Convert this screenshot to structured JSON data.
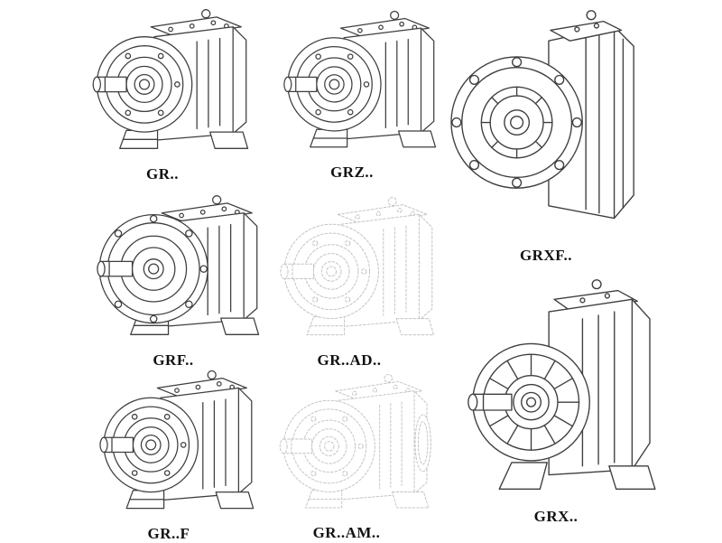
{
  "colors": {
    "background": "#ffffff",
    "line": "#3f3f3f",
    "line_dashed": "#c3c3c3",
    "label_text": "#111111"
  },
  "figures": [
    {
      "id": "gr",
      "label": "GR.."
    },
    {
      "id": "grz",
      "label": "GRZ.."
    },
    {
      "id": "grxf",
      "label": "GRXF.."
    },
    {
      "id": "grf",
      "label": "GRF.."
    },
    {
      "id": "gr-ad",
      "label": "GR..AD.."
    },
    {
      "id": "gr-f",
      "label": "GR..F"
    },
    {
      "id": "gr-am",
      "label": "GR..AM.."
    },
    {
      "id": "grx",
      "label": "GRX.."
    }
  ]
}
